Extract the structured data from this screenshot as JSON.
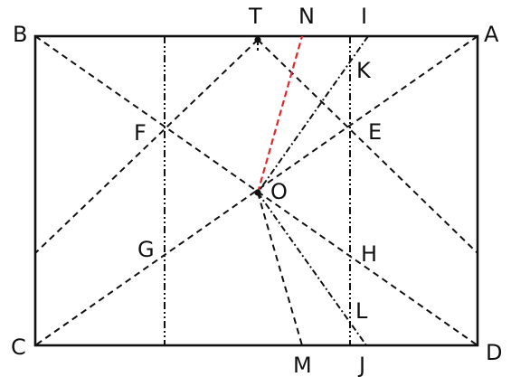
{
  "diagram": {
    "colors": {
      "stroke": "#111111",
      "highlight": "#e0252b",
      "background": "#ffffff"
    },
    "labels": {
      "A": "A",
      "B": "B",
      "C": "C",
      "D": "D",
      "T": "T",
      "N": "N",
      "I": "I",
      "K": "K",
      "E": "E",
      "F": "F",
      "O": "O",
      "G": "G",
      "H": "H",
      "L": "L",
      "M": "M",
      "J": "J"
    }
  }
}
